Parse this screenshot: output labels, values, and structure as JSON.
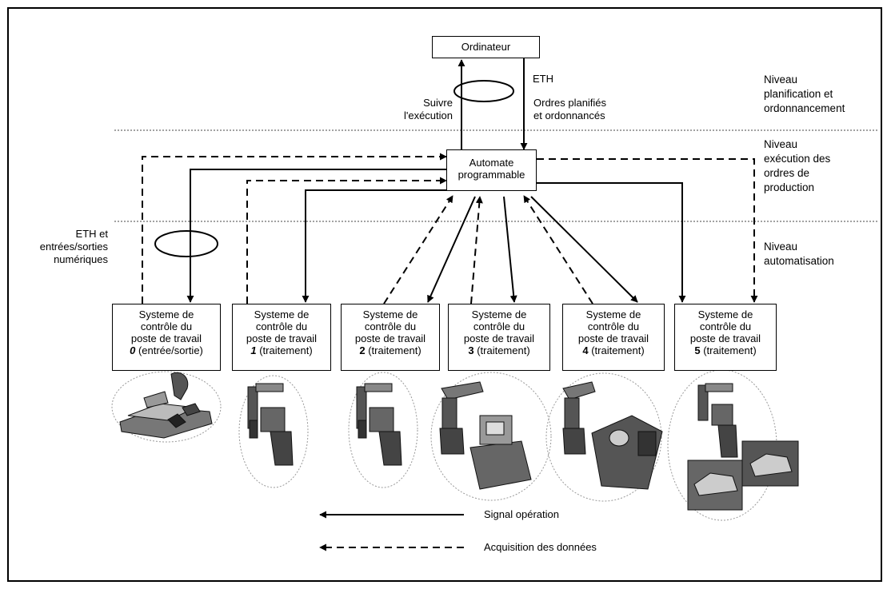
{
  "computer": {
    "label": "Ordinateur"
  },
  "plc": {
    "line1": "Automate",
    "line2": "programmable"
  },
  "network": {
    "eth_top": "ETH",
    "eth_left_line1": "ETH et",
    "eth_left_line2": "entrées/sorties",
    "eth_left_line3": "numériques"
  },
  "flows": {
    "up_line1": "Suivre",
    "up_line2": "l'exécution",
    "down_line1": "Ordres planifiés",
    "down_line2": "et ordonnancés"
  },
  "levels": [
    {
      "lines": [
        "Niveau",
        "planification et",
        "ordonnancement"
      ]
    },
    {
      "lines": [
        "Niveau",
        "exécution des",
        "ordres de",
        "production"
      ]
    },
    {
      "lines": [
        "Niveau",
        "automatisation"
      ]
    }
  ],
  "stations": [
    {
      "l1": "Systeme de",
      "l2": "contrôle du",
      "l3": "poste de travail",
      "num": "0",
      "role": " (entrée/sortie)"
    },
    {
      "l1": "Systeme de",
      "l2": "contrôle du",
      "l3": "poste de travail",
      "num": "1",
      "role": " (traitement)"
    },
    {
      "l1": "Systeme de",
      "l2": "contrôle du",
      "l3": "poste de travail",
      "num": "2",
      "role": " (traitement)"
    },
    {
      "l1": "Systeme de",
      "l2": "contrôle du",
      "l3": "poste de travail",
      "num": "3",
      "role": " (traitement)"
    },
    {
      "l1": "Systeme de",
      "l2": "contrôle du",
      "l3": "poste de travail",
      "num": "4",
      "role": " (traitement)"
    },
    {
      "l1": "Systeme de",
      "l2": "contrôle du",
      "l3": "poste de travail",
      "num": "5",
      "role": " (traitement)"
    }
  ],
  "legend": {
    "solid": "Signal opération",
    "dashed": "Acquisition des données"
  },
  "icons": [
    "robot-arm-icon",
    "machine-tool-icon",
    "conveyor-icon",
    "vehicle-icon"
  ]
}
